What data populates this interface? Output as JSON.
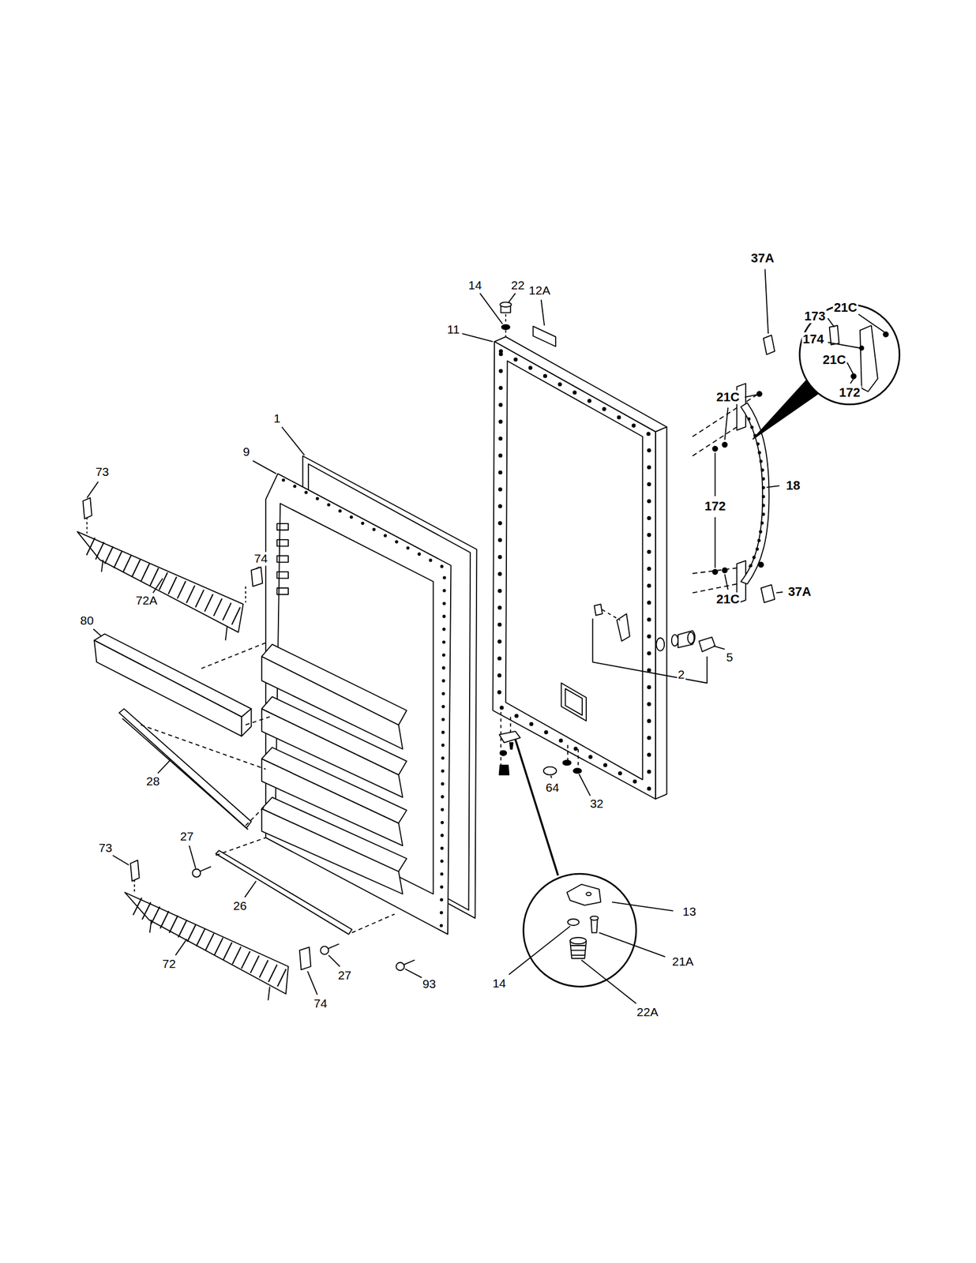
{
  "diagram": {
    "labels": [
      "22",
      "14",
      "12A",
      "11",
      "1",
      "9",
      "73",
      "74",
      "72A",
      "80",
      "28",
      "27",
      "26",
      "73",
      "72",
      "27",
      "74",
      "93",
      "37A",
      "173",
      "21C",
      "174",
      "21C",
      "172",
      "21C",
      "18",
      "172",
      "21C",
      "37A",
      "5",
      "2",
      "64",
      "32",
      "13",
      "21A",
      "14",
      "22A"
    ]
  }
}
